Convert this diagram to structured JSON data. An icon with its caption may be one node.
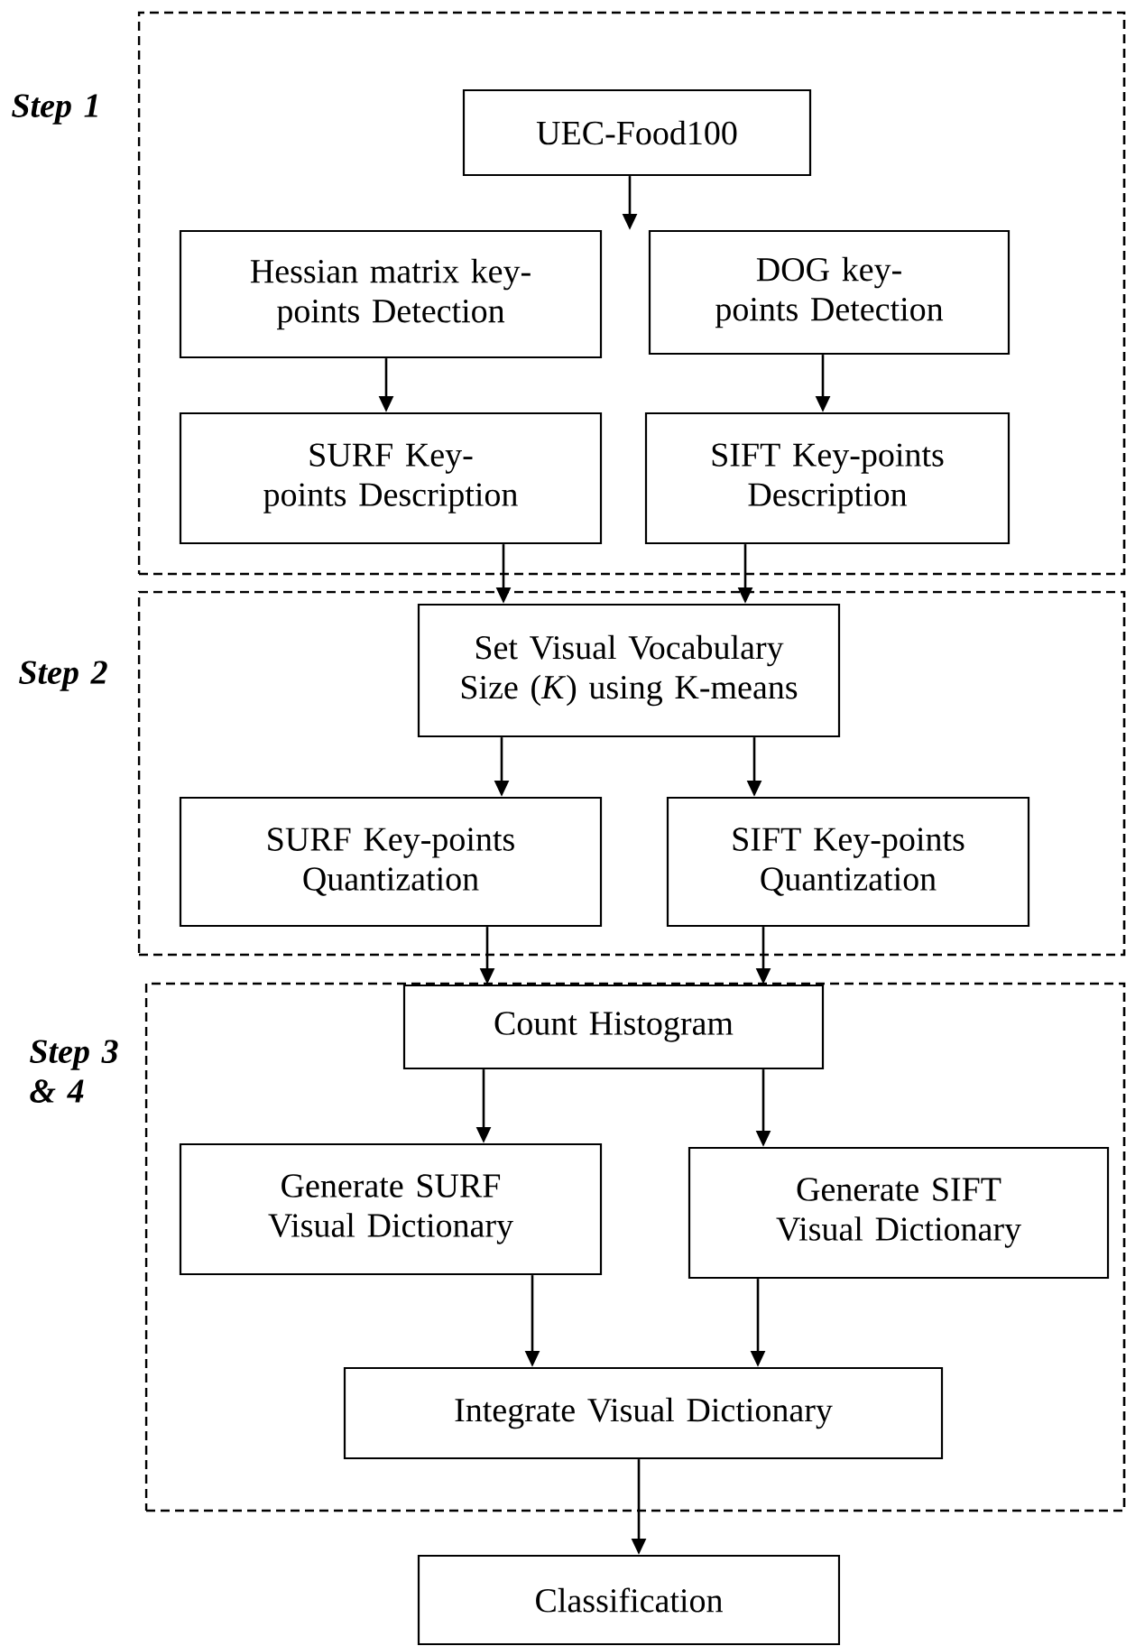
{
  "diagram": {
    "nodes": [
      {
        "text": [
          "Step 1"
        ]
      },
      {
        "text": [
          "UEC-Food100"
        ],
        "in": 0
      },
      {
        "text": [
          "Hessian matrix key-points Detection"
        ],
        "in": 0
      },
      {
        "text": [
          "DOG key-points Detection"
        ],
        "in": 0
      },
      {
        "text": [
          "SURF Key-points Description"
        ],
        "in": 0
      },
      {
        "text": [
          "SIFT Key-points Description"
        ],
        "in": 0
      },
      {
        "text": [
          "Step 2"
        ]
      },
      {
        "text": [
          "Set Visual Vocabulary Size (*K*) using K-means"
        ],
        "in": 6
      },
      {
        "text": [
          "SURF Key-points Quantization"
        ],
        "in": 6
      },
      {
        "text": [
          "SIFT Key-points Quantization"
        ],
        "in": 6
      },
      {
        "text": [
          "Step 3 & 4"
        ]
      },
      {
        "text": [
          "Count Histogram"
        ],
        "in": 10
      },
      {
        "text": [
          "Generate SURF Visual Dictionary"
        ],
        "in": 10
      },
      {
        "text": [
          "Generate SIFT Visual Dictionary"
        ],
        "in": 10
      },
      {
        "text": [
          "Integrate Visual Dictionary"
        ],
        "in": 10
      },
      {
        "text": [
          "Classification"
        ]
      }
    ],
    "edges": [
      {
        "from": 1,
        "to": 3,
        "arrow": "to"
      },
      {
        "from": 2,
        "to": 4,
        "arrow": "to"
      },
      {
        "from": 3,
        "to": 5,
        "arrow": "to"
      },
      {
        "from": 4,
        "to": 7,
        "arrow": "to"
      },
      {
        "from": 5,
        "to": 7,
        "arrow": "to"
      },
      {
        "from": 7,
        "to": 8,
        "arrow": "to"
      },
      {
        "from": 7,
        "to": 9,
        "arrow": "to"
      },
      {
        "from": 8,
        "to": 11,
        "arrow": "to"
      },
      {
        "from": 9,
        "to": 11,
        "arrow": "to"
      },
      {
        "from": 11,
        "to": 12,
        "arrow": "to"
      },
      {
        "from": 11,
        "to": 13,
        "arrow": "to"
      },
      {
        "from": 12,
        "to": 14,
        "arrow": "to"
      },
      {
        "from": 13,
        "to": 14,
        "arrow": "to"
      },
      {
        "from": 14,
        "to": 15,
        "arrow": "to"
      }
    ]
  }
}
